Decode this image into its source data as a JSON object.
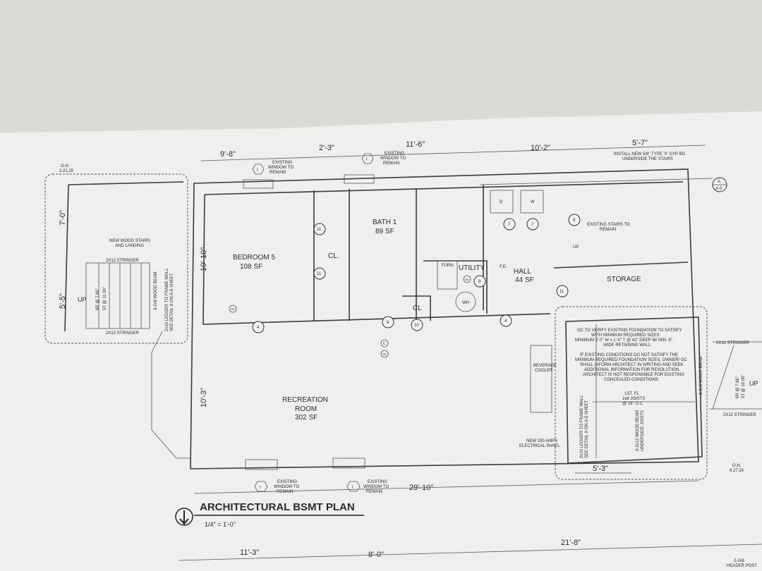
{
  "colors": {
    "table": "#dcdad5",
    "paper": "#efefed",
    "ink": "#2a2a2a"
  },
  "title": {
    "main": "ARCHITECTURAL  BSMT PLAN",
    "scale": "1/4\" = 1'-0\""
  },
  "dimensions": {
    "top": [
      "9'-8\"",
      "2'-3\"",
      "11'-6\"",
      "10'-2\"",
      "5'-7\""
    ],
    "left_stair": [
      "7'-0\"",
      "5'-5\""
    ],
    "left_main": [
      "10'-10\"",
      "10'-3\""
    ],
    "bottom": "29'-10\"",
    "right_addition": "5'-3\"",
    "lower_plan": [
      "11'-3\"",
      "8'-0\"",
      "21'-8\""
    ]
  },
  "revisions": {
    "left": [
      "O.H.",
      "3.21.25"
    ],
    "right": [
      "O.H.",
      "8.27.24"
    ]
  },
  "rooms": [
    {
      "name": "BEDROOM 5",
      "area": "108 SF"
    },
    {
      "name": "CL.",
      "area": ""
    },
    {
      "name": "BATH 1",
      "area": "89 SF"
    },
    {
      "name": "UTILITY",
      "area": ""
    },
    {
      "name": "HALL",
      "area": "44 SF"
    },
    {
      "name": "STORAGE",
      "area": ""
    },
    {
      "name": "CL",
      "area": ""
    },
    {
      "name": "RECREATION",
      "area": "302 SF",
      "name2": "ROOM"
    }
  ],
  "fixtures": {
    "furnace": "FURN",
    "water_heater": "WH",
    "dryer": "D",
    "washer": "W",
    "floor_drain": "F.D.",
    "cooler": [
      "BEVERAGE",
      "COOLER"
    ],
    "panel": [
      "NEW 200 AMPS",
      "ELECTRICAL PANEL"
    ],
    "smoke": "SD",
    "co": "C"
  },
  "window_note": [
    "EXISTING",
    "WINDOW TO",
    "REMAIN"
  ],
  "window_tag": "I",
  "door_tags": [
    "11",
    "11",
    "4",
    "6",
    "10",
    "8",
    "7",
    "7",
    "9",
    "11",
    "4"
  ],
  "notes": {
    "gyp": [
      "INSTALL NEW 5/8\" TYPE 'X' GYP BD",
      "UNDERSIDE THE STAIRS"
    ],
    "existing_stairs": [
      "EXISTING STAIRS TO",
      "REMAIN"
    ],
    "up": "UP",
    "new_stairs": [
      "NEW WOOD STAIRS",
      "AND LANDING"
    ],
    "stringer": "2X12 STRINGER",
    "risers": "6R @ 7.66\"",
    "treads_left": "5T @ 11.00\"",
    "treads_right": "5T @ 10.00\"",
    "beam_left": "3-2x8 WOOD BEAM",
    "ledger": [
      "2x10 LEDGER TO FRAME WALL",
      "SEE DETAIL 9 ON A-5 SHEET"
    ],
    "gc": [
      "GC TO VERIFY EXISTING FOUNDATION TO SATISFY",
      "WITH MINIMUM REQUIRED SIZES:",
      "MINIMUM 2'-0\" W x 1'-0\" T @ 42\" DEEP W/ MIN. 8\"",
      "WIDE RETAINING WALL.",
      "IF EXISTING CONDITIONS DO NOT SATISFY THE",
      "MINIMUM REQUIRED FOUNDATION SIZES, OWNER/ GC",
      "SHALL INFORM ARCHITECT IN WRITING AND SEEK",
      "ADDITIONAL INFORMATION FOR RESOLUTION.",
      "ARCHITECT IS NOT RESPONSIBLE FOR EXISTING",
      "CONCEALED CONDITIONS."
    ],
    "joists": [
      "1ST. FL",
      "2x8 JOISTS",
      "@ 16\" O.C."
    ],
    "beam_mid": [
      "2-2x12 WOOD BEAM",
      "UNDERSIDE JOISTS"
    ],
    "beam_right": "2-2x8 WOOD BEAM",
    "post": [
      "2-2x6",
      "HEADER POST"
    ]
  },
  "section_marker": {
    "top": "A",
    "bottom": "A-5"
  }
}
